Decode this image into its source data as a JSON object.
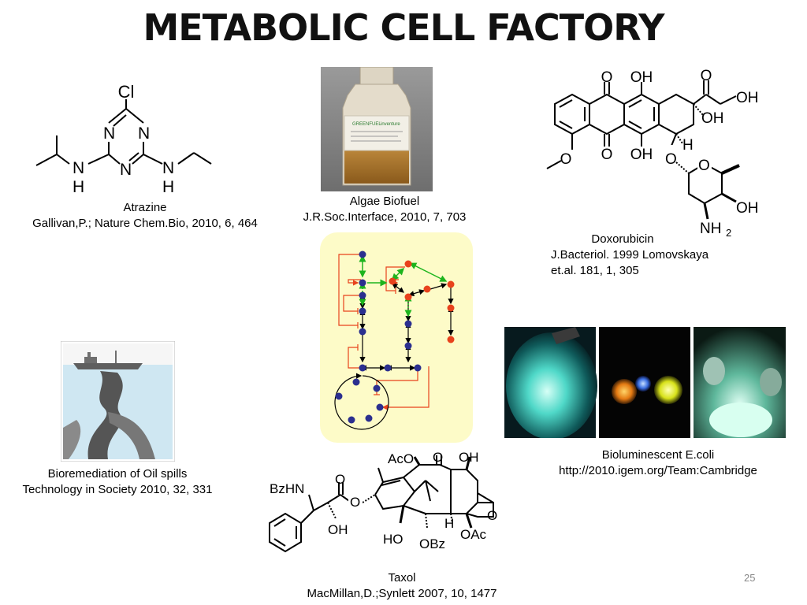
{
  "slide": {
    "title": "METABOLIC CELL FACTORY",
    "page_number": "25"
  },
  "atrazine": {
    "name": "Atrazine",
    "citation": "Gallivan,P.; Nature Chem.Bio, 2010, 6, 464",
    "labels": {
      "cl": "Cl",
      "n": "N",
      "nh": "N",
      "h": "H"
    }
  },
  "algae": {
    "name": "Algae Biofuel",
    "citation": "J.R.Soc.Interface, 2010, 7, 703",
    "bottle_label_brand": "GREENFUEL",
    "bottle_label_partner": "inventure"
  },
  "doxorubicin": {
    "name": "Doxorubicin",
    "citation_line1": "J.Bacteriol. 1999 Lomovskaya",
    "citation_line2": "et.al. 181, 1, 305",
    "labels": {
      "o": "O",
      "oh": "OH",
      "ome": "O",
      "nh2": "NH",
      "sub2": "2",
      "h": "H"
    }
  },
  "oil": {
    "name": "Bioremediation of Oil spills",
    "citation": "Technology in Society 2010, 32, 331"
  },
  "ecoli": {
    "name": "Bioluminescent E.coli",
    "url": "http://2010.igem.org/Team:Cambridge"
  },
  "taxol": {
    "name": "Taxol",
    "citation": "MacMillan,D.;Synlett 2007, 10, 1477",
    "labels": {
      "aco": "AcO",
      "o": "O",
      "oh": "OH",
      "bzhn": "BzHN",
      "ho": "HO",
      "obz": "OBz",
      "oac": "OAc",
      "h": "H"
    }
  },
  "colors": {
    "network_bg": "#fdfbc8",
    "node_blue": "#2b2f8f",
    "node_red": "#e8421c",
    "arrow_green": "#1db41d",
    "inhibit_red": "#e8421c"
  }
}
